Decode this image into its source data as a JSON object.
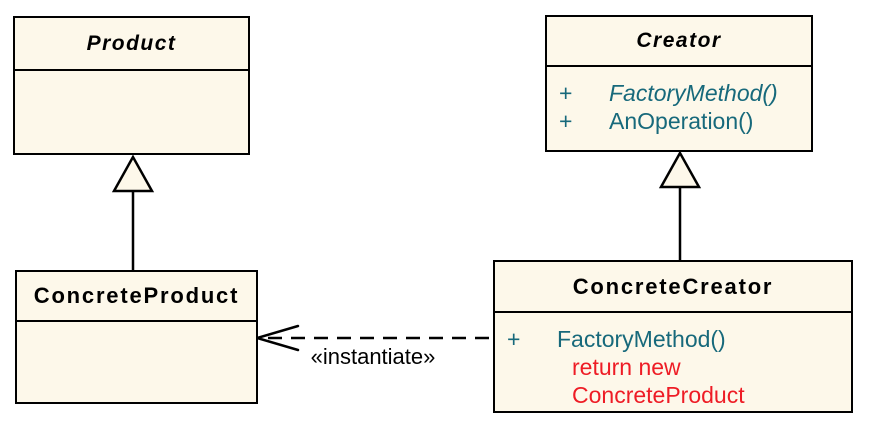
{
  "diagram": {
    "name": "Factory Method pattern UML class diagram"
  },
  "colors": {
    "box_fill": "#FDF8EA",
    "line": "#000000",
    "method_text": "#17697B",
    "note_text": "#EE1C25"
  },
  "classes": {
    "product": {
      "name": "Product"
    },
    "creator": {
      "name": "Creator",
      "methods": [
        {
          "visibility": "+",
          "label": "FactoryMethod()"
        },
        {
          "visibility": "+",
          "label": "AnOperation()"
        }
      ]
    },
    "concrete_product": {
      "name": "ConcreteProduct"
    },
    "concrete_creator": {
      "name": "ConcreteCreator",
      "methods": [
        {
          "visibility": "+",
          "label": "FactoryMethod()"
        }
      ],
      "note": [
        "return new",
        "ConcreteProduct"
      ]
    }
  },
  "relationships": {
    "instantiate_label": "«instantiate»"
  }
}
